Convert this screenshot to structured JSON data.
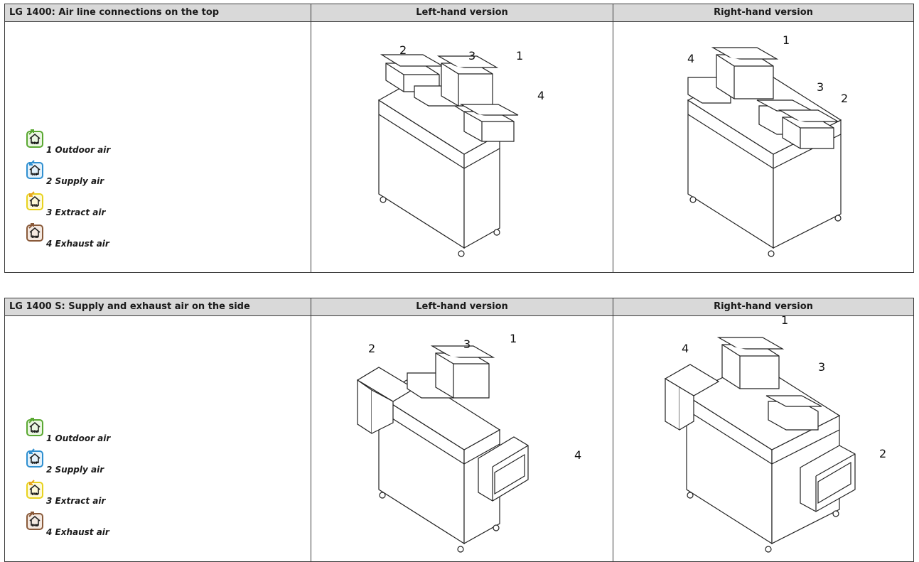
{
  "tables": [
    {
      "title": "LG 1400: Air line connections on the top",
      "left_header": "Left-hand version",
      "right_header": "Right-hand version"
    },
    {
      "title": "LG 1400 S: Supply and exhaust air on the side",
      "left_header": "Left-hand version",
      "right_header": "Right-hand version"
    }
  ],
  "legend": [
    {
      "code": "ODA",
      "label": "1 Outdoor air",
      "color": "#5aa832",
      "icon": "outdoor-air-house-icon"
    },
    {
      "code": "SUP",
      "label": "2 Supply air",
      "color": "#2f8fd0",
      "icon": "supply-air-house-icon"
    },
    {
      "code": "ETA",
      "label": "3 Extract air",
      "color": "#e8d21e",
      "icon": "extract-air-house-icon"
    },
    {
      "code": "EHA",
      "label": "4 Exhaust air",
      "color": "#8a5a3a",
      "icon": "exhaust-air-house-icon"
    }
  ],
  "numbers": {
    "n1": "1",
    "n2": "2",
    "n3": "3",
    "n4": "4"
  }
}
